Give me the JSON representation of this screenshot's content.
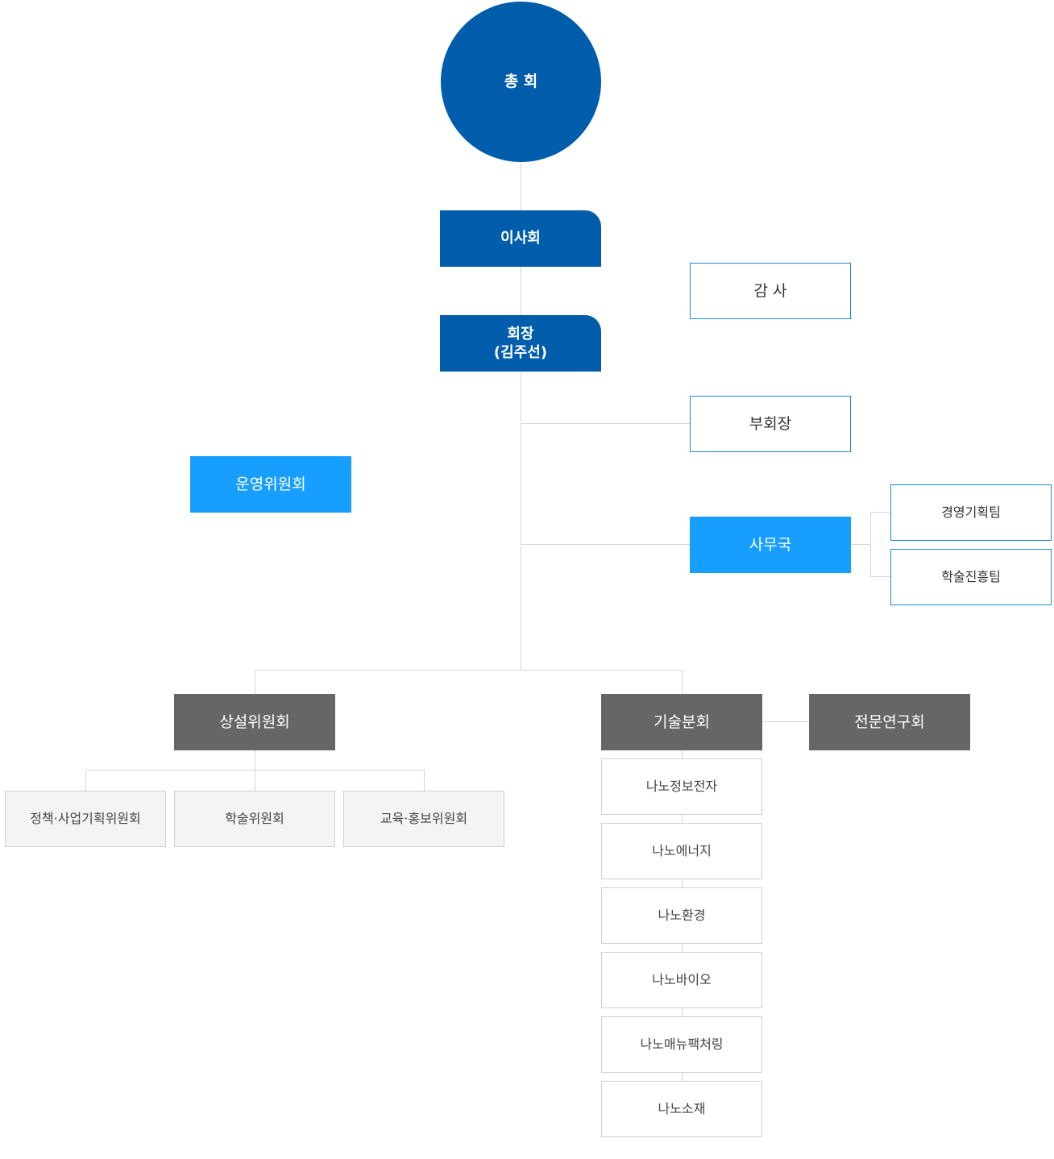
{
  "nodes": {
    "general_assembly": "총 회",
    "board": "이사회",
    "president_title": "회장",
    "president_name": "(김주선)",
    "auditor": "감 사",
    "vice_president": "부회장",
    "steering_committee": "운영위원회",
    "secretariat": "사무국",
    "teams": [
      "경영기획팀",
      "학술진흥팀"
    ],
    "standing_committees": "상설위원회",
    "committees": [
      "정책·사업기획위원회",
      "학술위원회",
      "교육·홍보위원회"
    ],
    "tech_divisions": "기술분회",
    "research_groups": "전문연구회",
    "divisions": [
      "나노정보전자",
      "나노에너지",
      "나노환경",
      "나노바이오",
      "나노매뉴팩처링",
      "나노소재"
    ]
  },
  "colors": {
    "navy": "#005dac",
    "light_blue": "#179eff",
    "dark_gray": "#666666",
    "line": "#d6d6d6"
  }
}
